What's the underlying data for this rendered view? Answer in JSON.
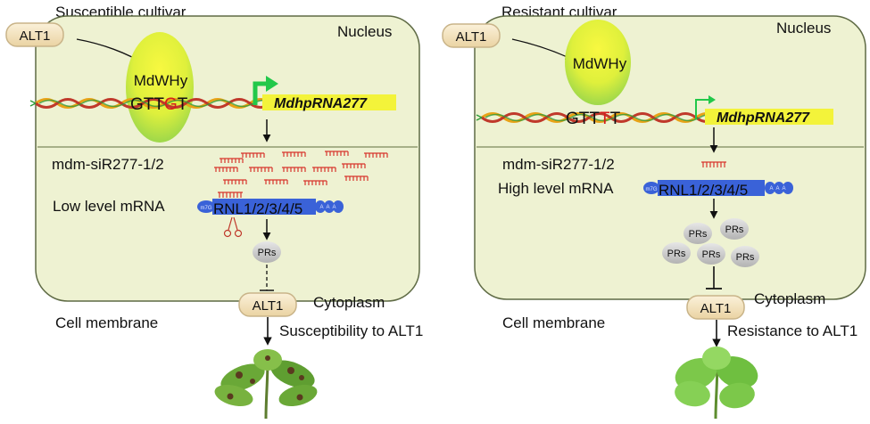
{
  "left": {
    "title": "Susceptible cultivar",
    "alt1_outside": "ALT1",
    "nucleus": "Nucleus",
    "tf": "MdWHy",
    "motif": {
      "a": "GTT",
      "b": "G",
      "c": "T"
    },
    "gene": "MdhpRNA277",
    "sirna": "mdm-siR277-1/2",
    "mrna_level": "Low level mRNA",
    "cap": "m7G",
    "rnl": "RNL1/2/3/4/5",
    "polya": "AAA",
    "prs": "PRs",
    "alt1_membrane": "ALT1",
    "cytoplasm": "Cytoplasm",
    "membrane": "Cell membrane",
    "outcome": "Susceptibility to ALT1"
  },
  "right": {
    "title": "Resistant cultivar",
    "alt1_outside": "ALT1",
    "nucleus": "Nucleus",
    "tf": "MdWHy",
    "motif": {
      "a": "GTT",
      "b": "T",
      "c": "T"
    },
    "gene": "MdhpRNA277",
    "sirna": "mdm-siR277-1/2",
    "mrna_level": "High level mRNA",
    "cap": "m7G",
    "rnl": "RNL1/2/3/4/5",
    "polya": "AAA",
    "prs": [
      "PRs",
      "PRs",
      "PRs",
      "PRs",
      "PRs"
    ],
    "alt1_membrane": "ALT1",
    "cytoplasm": "Cytoplasm",
    "membrane": "Cell membrane",
    "outcome": "Resistance to ALT1"
  },
  "colors": {
    "cell_fill": "#eef2d2",
    "cell_stroke": "#5f6b45",
    "alt1_fill": "#f5e7c6",
    "alt1_stroke": "#c9b489",
    "tf_yellow": "#f2f23a",
    "tf_green": "#a8dc48",
    "gene_bar": "#f3f33a",
    "arrow_green": "#22c84a",
    "sirna_red": "#d8352c",
    "mrna_blue": "#3a62d8",
    "prs_gray": "#c9c9c9",
    "motif_red": "#d41e1e"
  }
}
